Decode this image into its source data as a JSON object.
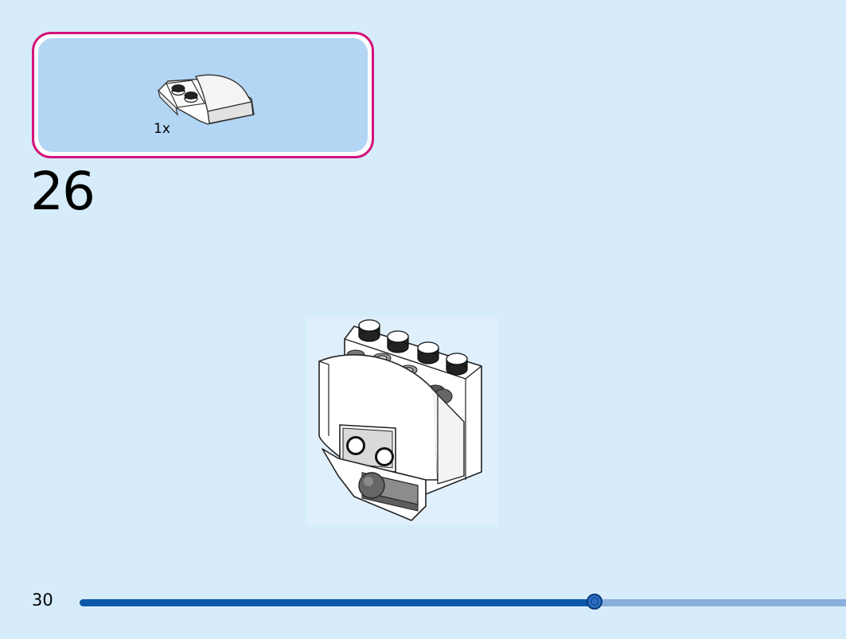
{
  "parts_callout": {
    "quantity_label": "1x",
    "part_icon": "curved-slope-brick-icon"
  },
  "step": {
    "number": "26"
  },
  "model": {
    "icon": "assembled-model-illustration"
  },
  "footer": {
    "page_number": "30",
    "progress_fraction": 0.672
  },
  "colors": {
    "background": "#d6ecfb",
    "callout_border": "#d4137a",
    "callout_fill": "#b3d6f4",
    "progress_fill": "#0b58a8",
    "progress_track": "#8aaedc"
  }
}
